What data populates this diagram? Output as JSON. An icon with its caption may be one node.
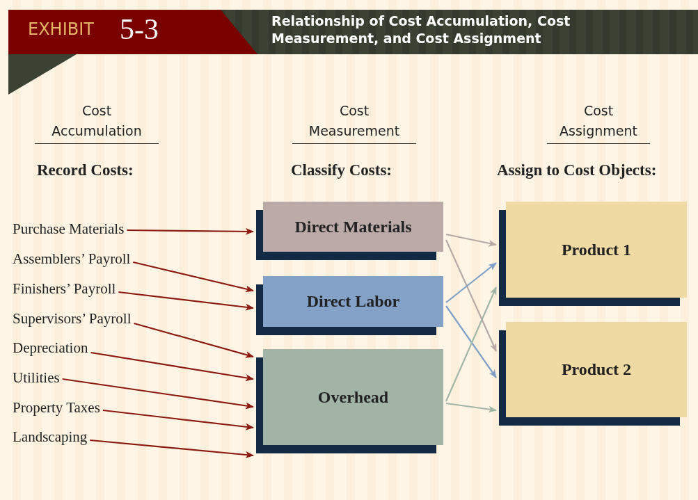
{
  "diagram": {
    "title": "Relationship of Cost Accumulation, Cost Measurement, and Cost Assignment",
    "nodes": [
      {
        "text": [
          "Purchase Materials"
        ]
      },
      {
        "text": [
          "Assemblers’ Payroll"
        ]
      },
      {
        "text": [
          "Finishers’ Payroll"
        ]
      },
      {
        "text": [
          "Supervisors’ Payroll"
        ]
      },
      {
        "text": [
          "Depreciation"
        ]
      },
      {
        "text": [
          "Utilities"
        ]
      },
      {
        "text": [
          "Property Taxes"
        ]
      },
      {
        "text": [
          "Landscaping"
        ]
      },
      {
        "text": [
          "Direct Materials"
        ]
      },
      {
        "text": [
          "Direct Labor"
        ]
      },
      {
        "text": [
          "Overhead"
        ]
      },
      {
        "text": [
          "Product 1"
        ]
      },
      {
        "text": [
          "Product 2"
        ]
      }
    ],
    "edges": [
      {
        "from": 0,
        "to": 8,
        "arrow": "to"
      },
      {
        "from": 1,
        "to": 9,
        "arrow": "to"
      },
      {
        "from": 2,
        "to": 9,
        "arrow": "to"
      },
      {
        "from": 3,
        "to": 10,
        "arrow": "to"
      },
      {
        "from": 4,
        "to": 10,
        "arrow": "to"
      },
      {
        "from": 5,
        "to": 10,
        "arrow": "to"
      },
      {
        "from": 6,
        "to": 10,
        "arrow": "to"
      },
      {
        "from": 7,
        "to": 10,
        "arrow": "to"
      },
      {
        "from": 8,
        "to": 11,
        "arrow": "to",
        "color": "#b9aaa7"
      },
      {
        "from": 8,
        "to": 12,
        "arrow": "to",
        "color": "#b9aaa7"
      },
      {
        "from": 9,
        "to": 11,
        "arrow": "to",
        "color": "#7f9fc9"
      },
      {
        "from": 9,
        "to": 12,
        "arrow": "to",
        "color": "#7f9fc9"
      },
      {
        "from": 10,
        "to": 11,
        "arrow": "to",
        "color": "#a3b5a7"
      },
      {
        "from": 10,
        "to": 12,
        "arrow": "to",
        "color": "#a3b5a7"
      }
    ],
    "labels": [
      "EXHIBIT",
      "5-3",
      "Cost Accumulation",
      "Cost Measurement",
      "Cost Assignment",
      "Record Costs:",
      "Classify Costs:",
      "Assign to Cost Objects:"
    ]
  }
}
